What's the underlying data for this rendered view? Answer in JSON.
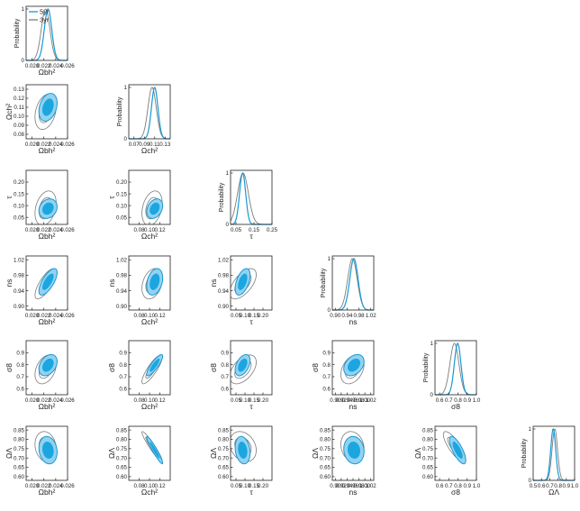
{
  "colors": {
    "five_yr": "#1799d6",
    "five_yr_fill_outer": "#93d2ef",
    "five_yr_fill_inner": "#1ba6e0",
    "three_yr": "#7c7c7c",
    "axis": "#222222"
  },
  "legend": {
    "entries": [
      {
        "name": "5yr",
        "color": "#1799d6"
      },
      {
        "name": "3yr",
        "color": "#7c7c7c"
      }
    ],
    "placement": "top-left of first panel"
  },
  "chart_data": {
    "type": "triangle-plot",
    "prob_label": "Probability",
    "params": [
      {
        "key": "obh2",
        "label": "Ωbh²",
        "range": [
          0.019,
          0.026
        ],
        "ticks": [
          0.02,
          0.022,
          0.024,
          0.026
        ],
        "tick_labels": [
          "0.020",
          "0.022",
          "0.024",
          "0.026"
        ],
        "mean_5yr": 0.0227,
        "sd_5yr": 0.00063,
        "mean_3yr": 0.02229,
        "sd_3yr": 0.00073
      },
      {
        "key": "och2",
        "label": "Ωch²",
        "range": [
          0.06,
          0.14
        ],
        "ticks": [
          0.07,
          0.09,
          0.11,
          0.13
        ],
        "tick_labels": [
          "0.07",
          "0.09",
          "0.11",
          "0.13"
        ],
        "ticks_2d": [
          0.08,
          0.1,
          0.12
        ],
        "tick_labels_2d": [
          "0.08",
          "0.10",
          "0.12"
        ],
        "ticks_y": [
          0.08,
          0.09,
          0.1,
          0.11,
          0.12,
          0.13
        ],
        "tick_labels_y": [
          "0.08",
          "0.09",
          "0.10",
          "0.11",
          "0.12",
          "0.13"
        ],
        "range_y": [
          0.075,
          0.135
        ],
        "mean_5yr": 0.11,
        "sd_5yr": 0.0063,
        "mean_3yr": 0.105,
        "sd_3yr": 0.008
      },
      {
        "key": "tau",
        "label": "τ",
        "range": [
          0.02,
          0.25
        ],
        "ticks": [
          0.05,
          0.1,
          0.15,
          0.2
        ],
        "tick_labels": [
          "0.05",
          "0.10",
          "0.15",
          "0.20"
        ],
        "ticks_1d": [
          0.05,
          0.15,
          0.25
        ],
        "tick_labels_1d": [
          "0.05",
          "0.15",
          "0.25"
        ],
        "ticks_y": [
          0.05,
          0.1,
          0.15,
          0.2
        ],
        "tick_labels_y": [
          "0.05",
          "0.10",
          "0.15",
          "0.20"
        ],
        "mean_5yr": 0.087,
        "sd_5yr": 0.017,
        "mean_3yr": 0.089,
        "sd_3yr": 0.03
      },
      {
        "key": "ns",
        "label": "ns",
        "range": [
          0.89,
          1.03
        ],
        "ticks": [
          0.9,
          0.94,
          0.98,
          1.02
        ],
        "tick_labels": [
          "0.90",
          "0.94",
          "0.98",
          "1.02"
        ],
        "ticks_2d": [
          0.9,
          0.92,
          0.94,
          0.96,
          0.98,
          1.0,
          1.02
        ],
        "tick_labels_2d": [
          "0.90",
          "0.92",
          "0.94",
          "0.96",
          "0.98",
          "1.00",
          "1.02"
        ],
        "mean_5yr": 0.963,
        "sd_5yr": 0.014,
        "mean_3yr": 0.958,
        "sd_3yr": 0.016
      },
      {
        "key": "s8",
        "label": "σ8",
        "range": [
          0.55,
          1.0
        ],
        "ticks": [
          0.6,
          0.7,
          0.8,
          0.9,
          1.0
        ],
        "tick_labels": [
          "0.6",
          "0.7",
          "0.8",
          "0.9",
          "1.0"
        ],
        "ticks_y": [
          0.6,
          0.7,
          0.8,
          0.9
        ],
        "tick_labels_y": [
          "0.6",
          "0.7",
          "0.8",
          "0.9"
        ],
        "mean_5yr": 0.796,
        "sd_5yr": 0.036,
        "mean_3yr": 0.761,
        "sd_3yr": 0.049
      },
      {
        "key": "ol",
        "label": "ΩΛ",
        "range": [
          0.5,
          1.0
        ],
        "ticks": [
          0.5,
          0.6,
          0.7,
          0.8,
          0.9,
          1.0
        ],
        "tick_labels": [
          "0.5",
          "0.6",
          "0.7",
          "0.8",
          "0.9",
          "1.0"
        ],
        "ticks_y": [
          0.6,
          0.65,
          0.7,
          0.75,
          0.8,
          0.85
        ],
        "tick_labels_y": [
          "0.60",
          "0.65",
          "0.70",
          "0.75",
          "0.80",
          "0.85"
        ],
        "range_y": [
          0.58,
          0.87
        ],
        "mean_5yr": 0.742,
        "sd_5yr": 0.03,
        "mean_3yr": 0.761,
        "sd_3yr": 0.033
      }
    ],
    "correlations_5yr": [
      [
        1,
        0.3,
        0.2,
        0.7,
        0.35,
        -0.15
      ],
      [
        0.3,
        1,
        0.3,
        0.3,
        0.85,
        -0.95
      ],
      [
        0.2,
        0.3,
        1,
        0.5,
        0.45,
        -0.2
      ],
      [
        0.7,
        0.3,
        0.5,
        1,
        0.35,
        -0.1
      ],
      [
        0.35,
        0.85,
        0.45,
        0.35,
        1,
        -0.75
      ],
      [
        -0.15,
        -0.95,
        -0.2,
        -0.1,
        -0.75,
        1
      ]
    ],
    "correlations_3yr": [
      [
        1,
        0.3,
        0.3,
        0.75,
        0.35,
        -0.15
      ],
      [
        0.3,
        1,
        0.3,
        0.3,
        0.85,
        -0.95
      ],
      [
        0.3,
        0.3,
        1,
        0.6,
        0.5,
        -0.25
      ],
      [
        0.75,
        0.3,
        0.6,
        1,
        0.35,
        -0.15
      ],
      [
        0.35,
        0.85,
        0.5,
        0.35,
        1,
        -0.8
      ],
      [
        -0.15,
        -0.95,
        -0.25,
        -0.15,
        -0.8,
        1
      ]
    ],
    "prob_ticks": [
      0,
      1
    ],
    "prob_tick_labels": [
      "0",
      "1"
    ]
  }
}
